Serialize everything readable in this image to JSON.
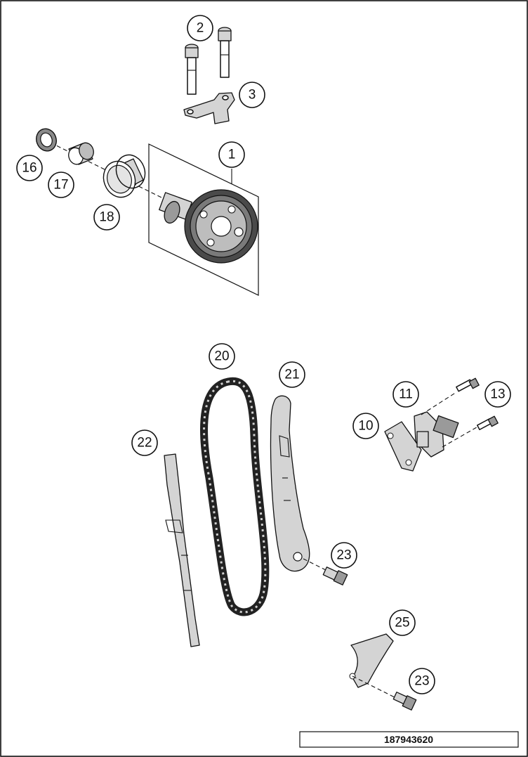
{
  "diagram": {
    "callouts": [
      {
        "id": "c1",
        "label": "1"
      },
      {
        "id": "c2",
        "label": "2"
      },
      {
        "id": "c3",
        "label": "3"
      },
      {
        "id": "c10",
        "label": "10"
      },
      {
        "id": "c11",
        "label": "11"
      },
      {
        "id": "c13",
        "label": "13"
      },
      {
        "id": "c16",
        "label": "16"
      },
      {
        "id": "c17",
        "label": "17"
      },
      {
        "id": "c18",
        "label": "18"
      },
      {
        "id": "c20",
        "label": "20"
      },
      {
        "id": "c21",
        "label": "21"
      },
      {
        "id": "c22",
        "label": "22"
      },
      {
        "id": "c23a",
        "label": "23"
      },
      {
        "id": "c23b",
        "label": "23"
      },
      {
        "id": "c25",
        "label": "25"
      }
    ],
    "drawing_number": "187943620"
  }
}
